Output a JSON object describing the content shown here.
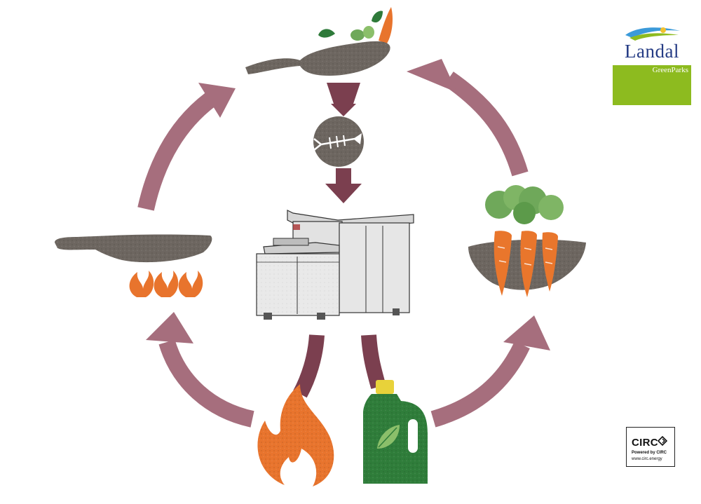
{
  "logo": {
    "brand": "Landal",
    "sub": "GreenParks"
  },
  "badge": {
    "name": "CIRC",
    "powered": "Powered by CIRC",
    "url": "www.circ.energy"
  },
  "colors": {
    "arrow": "#a66e7d",
    "arrow_dark": "#7b3f4f",
    "pan": "#6d6660",
    "flame": "#e8742d",
    "carrot": "#e9762c",
    "leaf": "#6fa85a",
    "bottle": "#2f7d3a",
    "cap": "#e8d23a",
    "brand_green": "#8dbb1f",
    "brand_blue": "#243b84"
  },
  "icons": [
    "pan-with-vegetables-icon",
    "fish-bone-waste-icon",
    "digester-machine-icon",
    "carrots-in-soil-icon",
    "fertilizer-bottle-icon",
    "biogas-flame-icon",
    "pan-on-stove-icon"
  ]
}
